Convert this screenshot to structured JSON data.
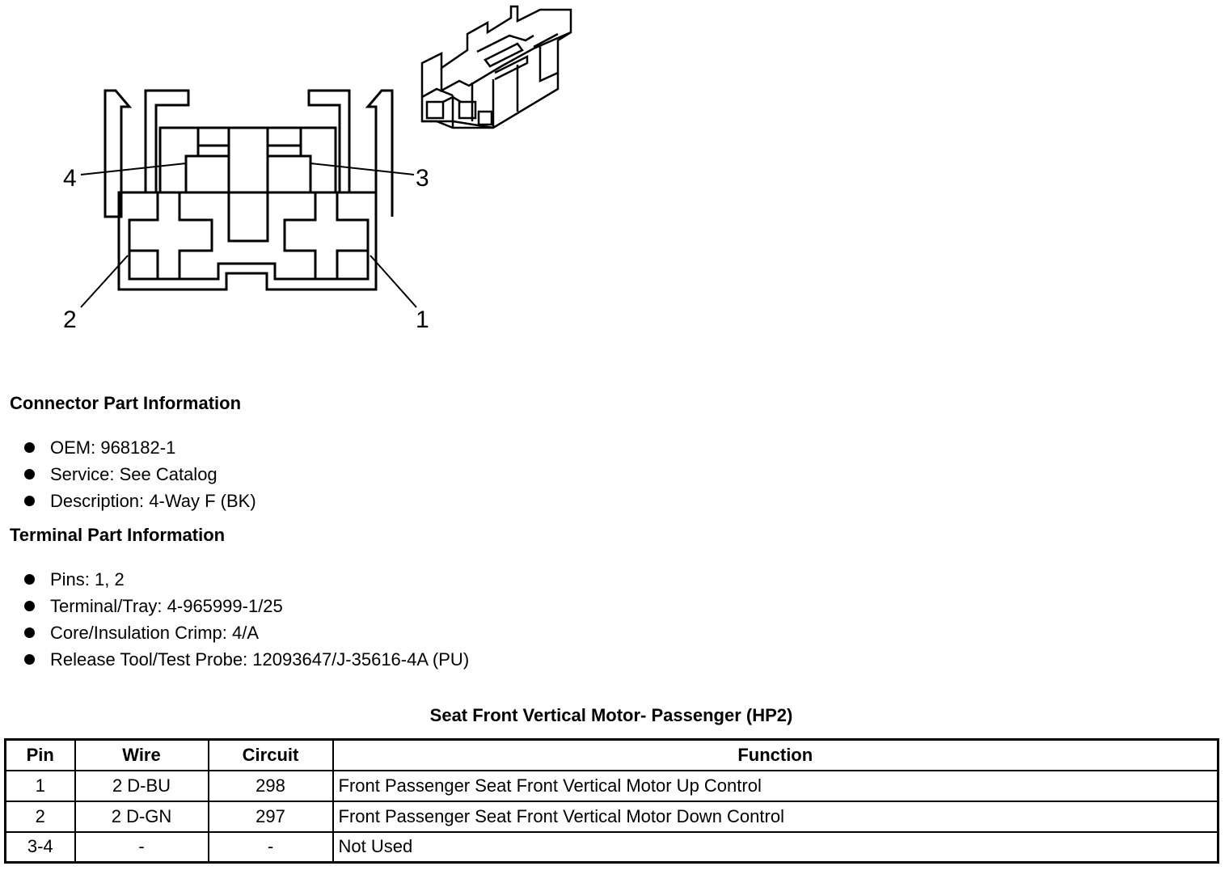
{
  "diagram": {
    "pin_labels": [
      "4",
      "3",
      "2",
      "1"
    ]
  },
  "connector": {
    "title": "Connector Part Information",
    "items": [
      "OEM: 968182-1",
      "Service: See Catalog",
      "Description: 4-Way F (BK)"
    ]
  },
  "terminal": {
    "title": "Terminal Part Information",
    "items": [
      "Pins: 1, 2",
      "Terminal/Tray: 4-965999-1/25",
      "Core/Insulation Crimp: 4/A",
      "Release Tool/Test Probe: 12093647/J-35616-4A (PU)"
    ]
  },
  "table": {
    "title": "Seat Front Vertical Motor- Passenger (HP2)",
    "headers": [
      "Pin",
      "Wire",
      "Circuit",
      "Function"
    ],
    "rows": [
      [
        "1",
        "2 D-BU",
        "298",
        "Front Passenger Seat Front Vertical Motor Up Control"
      ],
      [
        "2",
        "2 D-GN",
        "297",
        "Front Passenger Seat Front Vertical Motor Down Control"
      ],
      [
        "3-4",
        "-",
        "-",
        "Not Used"
      ]
    ]
  }
}
